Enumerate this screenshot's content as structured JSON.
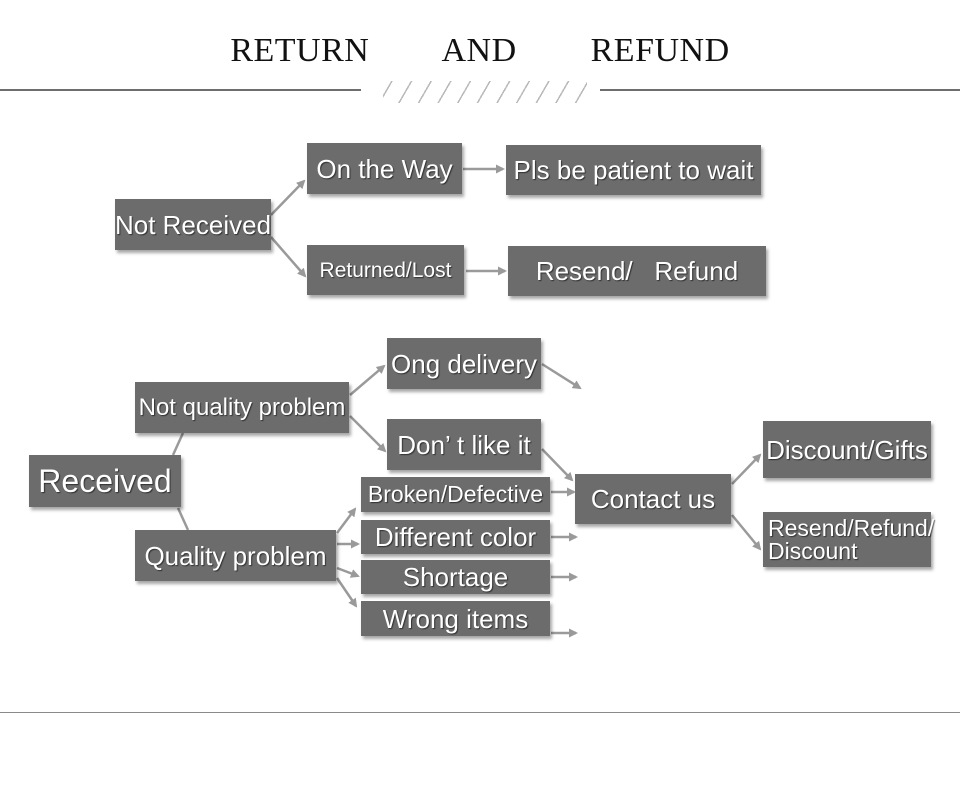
{
  "header": {
    "title": "RETURN  AND  REFUND"
  },
  "diagram": {
    "nodes": {
      "not_received": "Not Received",
      "on_the_way": "On the Way",
      "pls_wait": "Pls be patient to wait",
      "returned_lost": "Returned/Lost",
      "resend_refund": "Resend/   Refund",
      "received": "Received",
      "not_quality": "Not quality problem",
      "ong_delivery": "Ong delivery",
      "dont_like": "Don’ t like it",
      "quality": "Quality problem",
      "broken": "Broken/Defective",
      "different_color": "Different color",
      "shortage": "Shortage",
      "wrong_items": "Wrong items",
      "contact_us": "Contact us",
      "discount_gifts": "Discount/Gifts",
      "resend_refund_discount_line1": "Resend/Refund/",
      "resend_refund_discount_line2": "Discount"
    },
    "colors": {
      "box": "#6c6c6c",
      "arrow": "#9a9a9a",
      "rule": "#6e6e6e"
    }
  }
}
